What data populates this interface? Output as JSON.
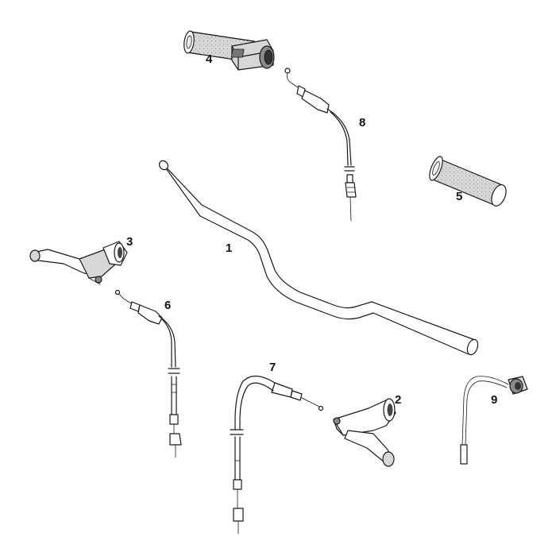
{
  "parts": [
    {
      "key": "handlebar",
      "callout": "1"
    },
    {
      "key": "brake_lever",
      "callout": "2"
    },
    {
      "key": "clutch_lever",
      "callout": "3"
    },
    {
      "key": "throttle_grip",
      "callout": "4"
    },
    {
      "key": "left_grip",
      "callout": "5"
    },
    {
      "key": "cable_6",
      "callout": "6"
    },
    {
      "key": "cable_7",
      "callout": "7"
    },
    {
      "key": "throttle_cable",
      "callout": "8"
    },
    {
      "key": "choke_cable",
      "callout": "9"
    }
  ]
}
